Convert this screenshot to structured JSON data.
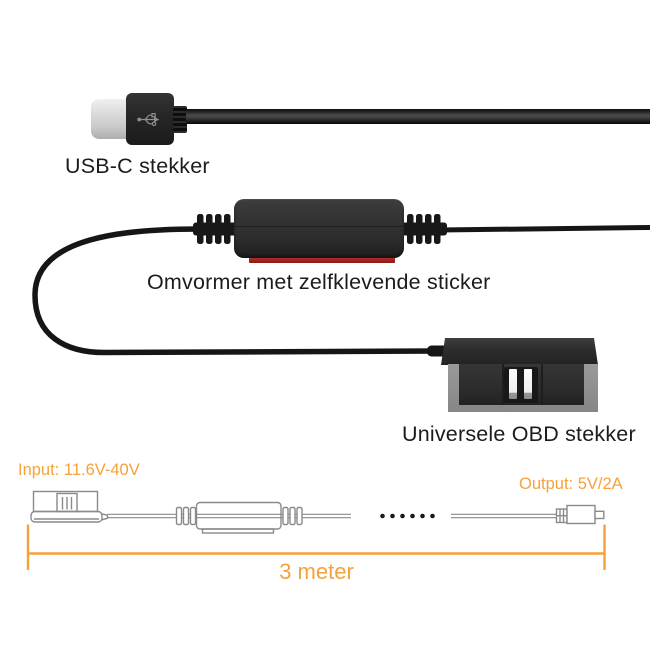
{
  "page": {
    "background": "#ffffff",
    "description": "product diagram of OBD to USB-C power cable"
  },
  "photo": {
    "usb_label": "USB-C stekker",
    "converter_label": "Omvormer met zelfklevende sticker",
    "obd_label": "Universele OBD stekker"
  },
  "schematic": {
    "input_label": "Input: 11.6V-40V",
    "output_label": "Output: 5V/2A",
    "length_label": "3 meter"
  },
  "colors": {
    "accent_orange": "#F5A13C",
    "sticker_red": "#A32420",
    "label_black": "#1C1C1C",
    "outline_gray": "#8A8A8A",
    "cable_black": "#161616"
  },
  "icons": {
    "usb_trident": "usb-trident-icon"
  }
}
